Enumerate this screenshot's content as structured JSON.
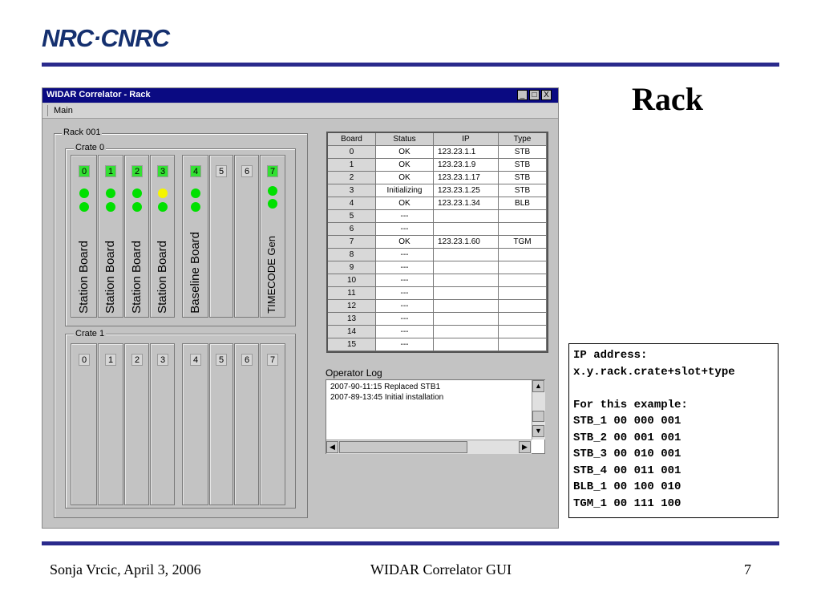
{
  "slide": {
    "logo": "NRC·CNRC",
    "title": "Rack",
    "footer_left": "Sonja Vrcic, April 3, 2006",
    "footer_center": "WIDAR Correlator GUI",
    "footer_right": "7"
  },
  "window": {
    "title": "WIDAR Correlator -  Rack",
    "minimize_icon": "_",
    "maximize_icon": "□",
    "close_icon": "X",
    "menu": [
      "Main"
    ]
  },
  "rack": {
    "label": "Rack 001",
    "crates": [
      {
        "label": "Crate 0",
        "slots": [
          {
            "num": "0",
            "board": "Station Board",
            "led_colors": [
              "#00e000",
              "#00e000"
            ],
            "num_bg": "#33e033"
          },
          {
            "num": "1",
            "board": "Station Board",
            "led_colors": [
              "#00e000",
              "#00e000"
            ],
            "num_bg": "#33e033"
          },
          {
            "num": "2",
            "board": "Station Board",
            "led_colors": [
              "#00e000",
              "#00e000"
            ],
            "num_bg": "#33e033"
          },
          {
            "num": "3",
            "board": "Station Board",
            "led_colors": [
              "#f5f500",
              "#00e000"
            ],
            "num_bg": "#33e033"
          },
          {
            "num": "4",
            "board": "Baseline Board",
            "led_colors": [
              "#00e000",
              "#00e000"
            ],
            "num_bg": "#33e033"
          },
          {
            "num": "5",
            "board": "",
            "led_colors": [],
            "num_bg": "#d6d6d6"
          },
          {
            "num": "6",
            "board": "",
            "led_colors": [],
            "num_bg": "#d6d6d6"
          },
          {
            "num": "7",
            "board": "TIMECODE Gen",
            "led_colors": [
              "#00e000",
              "#00e000"
            ],
            "num_bg": "#33e033"
          }
        ]
      },
      {
        "label": "Crate 1",
        "slots": [
          {
            "num": "0",
            "board": "",
            "led_colors": [],
            "num_bg": "#d6d6d6"
          },
          {
            "num": "1",
            "board": "",
            "led_colors": [],
            "num_bg": "#d6d6d6"
          },
          {
            "num": "2",
            "board": "",
            "led_colors": [],
            "num_bg": "#d6d6d6"
          },
          {
            "num": "3",
            "board": "",
            "led_colors": [],
            "num_bg": "#d6d6d6"
          },
          {
            "num": "4",
            "board": "",
            "led_colors": [],
            "num_bg": "#d6d6d6"
          },
          {
            "num": "5",
            "board": "",
            "led_colors": [],
            "num_bg": "#d6d6d6"
          },
          {
            "num": "6",
            "board": "",
            "led_colors": [],
            "num_bg": "#d6d6d6"
          },
          {
            "num": "7",
            "board": "",
            "led_colors": [],
            "num_bg": "#d6d6d6"
          }
        ]
      }
    ]
  },
  "board_table": {
    "columns": [
      "Board",
      "Status",
      "IP",
      "Type"
    ],
    "rows": [
      [
        "0",
        "OK",
        "123.23.1.1",
        "STB"
      ],
      [
        "1",
        "OK",
        "123.23.1.9",
        "STB"
      ],
      [
        "2",
        "OK",
        "123.23.1.17",
        "STB"
      ],
      [
        "3",
        "Initializing",
        "123.23.1.25",
        "STB"
      ],
      [
        "4",
        "OK",
        "123.23.1.34",
        "BLB"
      ],
      [
        "5",
        "---",
        "",
        ""
      ],
      [
        "6",
        "---",
        "",
        ""
      ],
      [
        "7",
        "OK",
        "123.23.1.60",
        "TGM"
      ],
      [
        "8",
        "---",
        "",
        ""
      ],
      [
        "9",
        "---",
        "",
        ""
      ],
      [
        "10",
        "---",
        "",
        ""
      ],
      [
        "11",
        "---",
        "",
        ""
      ],
      [
        "12",
        "---",
        "",
        ""
      ],
      [
        "13",
        "---",
        "",
        ""
      ],
      [
        "14",
        "---",
        "",
        ""
      ],
      [
        "15",
        "---",
        "",
        ""
      ]
    ]
  },
  "operator_log": {
    "label": "Operator Log",
    "entries": [
      "2007-90-11:15 Replaced STB1",
      "2007-89-13:45 Initial installation"
    ],
    "scroll_up_icon": "▲",
    "scroll_down_icon": "▼",
    "scroll_left_icon": "◀",
    "scroll_right_icon": "▶"
  },
  "ip_note": {
    "lines": [
      "IP address:",
      "x.y.rack.crate+slot+type",
      "",
      "For this example:",
      "STB_1 00 000 001",
      "STB_2 00 001 001",
      "STB_3 00 010 001",
      "STB_4 00 011 001",
      "BLB_1 00 100 010",
      "TGM_1 00 111 100"
    ]
  }
}
